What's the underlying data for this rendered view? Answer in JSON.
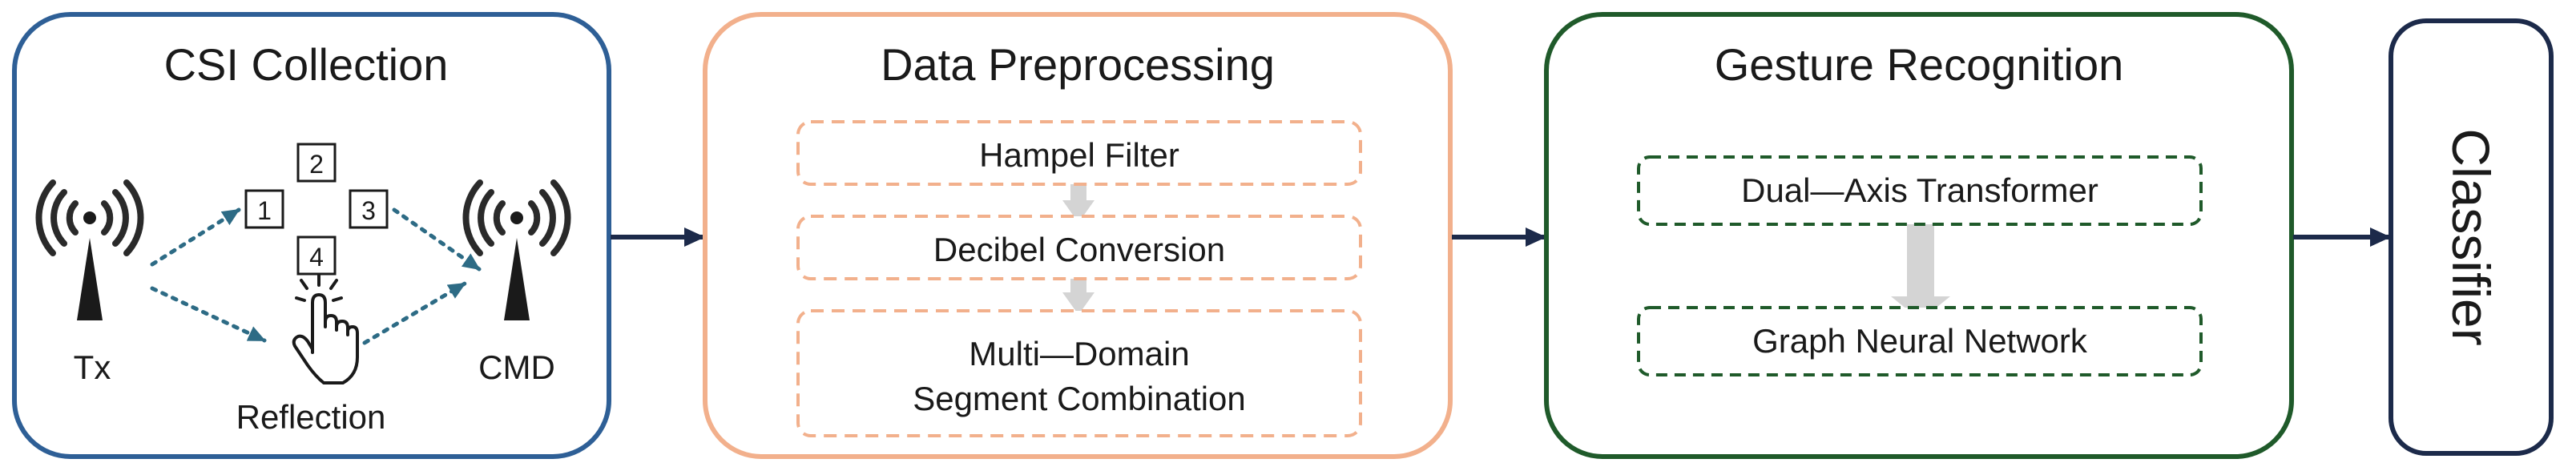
{
  "colors": {
    "csi_border": "#2e5f96",
    "preprocessing_border": "#f2b08c",
    "recognition_border": "#1f5a2a",
    "classifier_border": "#1c2a4a",
    "flow_arrow": "#1c2a4a",
    "signal_arrow": "#2d6b85",
    "step_arrow": "#d4d4d4"
  },
  "csi": {
    "title": "CSI Collection",
    "tx_label": "Tx",
    "rx_label": "CMD",
    "reflection_label": "Reflection",
    "grid_cells": [
      "1",
      "2",
      "3",
      "4"
    ],
    "icons": [
      "antenna-icon",
      "hand-pointer-icon"
    ]
  },
  "preprocessing": {
    "title": "Data Preprocessing",
    "steps": [
      {
        "lines": [
          "Hampel Filter"
        ]
      },
      {
        "lines": [
          "Decibel Conversion"
        ]
      },
      {
        "lines": [
          "Multi—Domain",
          "Segment Combination"
        ]
      }
    ]
  },
  "recognition": {
    "title": "Gesture Recognition",
    "steps": [
      "Dual—Axis Transformer",
      "Graph Neural Network"
    ]
  },
  "classifier": {
    "title": "Classifier"
  }
}
